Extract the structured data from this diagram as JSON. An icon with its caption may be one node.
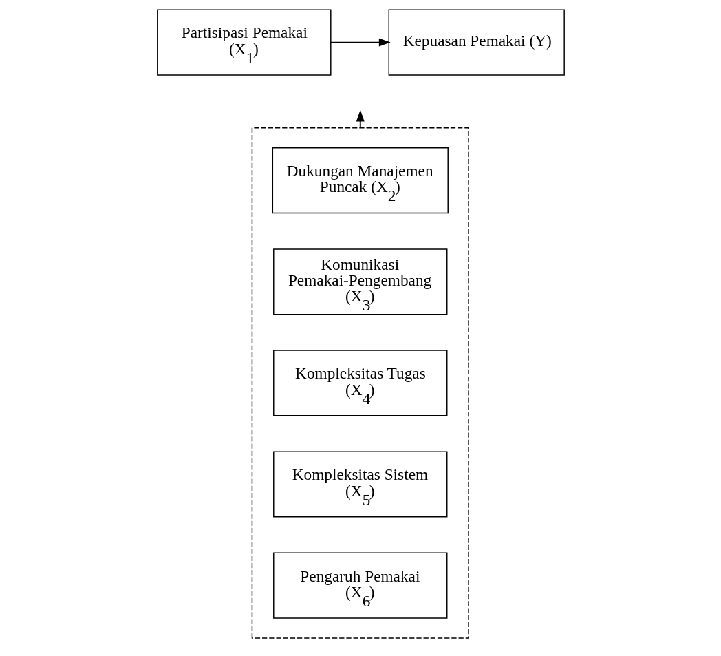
{
  "diagram": {
    "nodes": [
      {
        "text": [
          "Partisipasi Pemakai (X$_{1}$)"
        ]
      },
      {
        "text": [
          "Kepuasan Pemakai (Y)"
        ]
      },
      {
        "text": [],
        "shape": "box"
      },
      {
        "text": [
          "Dukungan Manajemen Puncak (X$_{2}$)"
        ],
        "in": 2
      },
      {
        "text": [
          "Komunikasi Pemakai-Pengembang (X$_{3}$)"
        ],
        "in": 2
      },
      {
        "text": [
          "Kompleksitas Tugas (X$_{4}$)"
        ],
        "in": 2
      },
      {
        "text": [
          "Kompleksitas Sistem (X$_{5}$)"
        ],
        "in": 2
      },
      {
        "text": [
          "Pengaruh Pemakai (X$_{6}$)"
        ],
        "in": 2
      }
    ],
    "edges": [
      {
        "from": 0,
        "to": 1,
        "arrow": "to"
      },
      {
        "from": 2,
        "to": null,
        "arrow": "to"
      }
    ]
  }
}
